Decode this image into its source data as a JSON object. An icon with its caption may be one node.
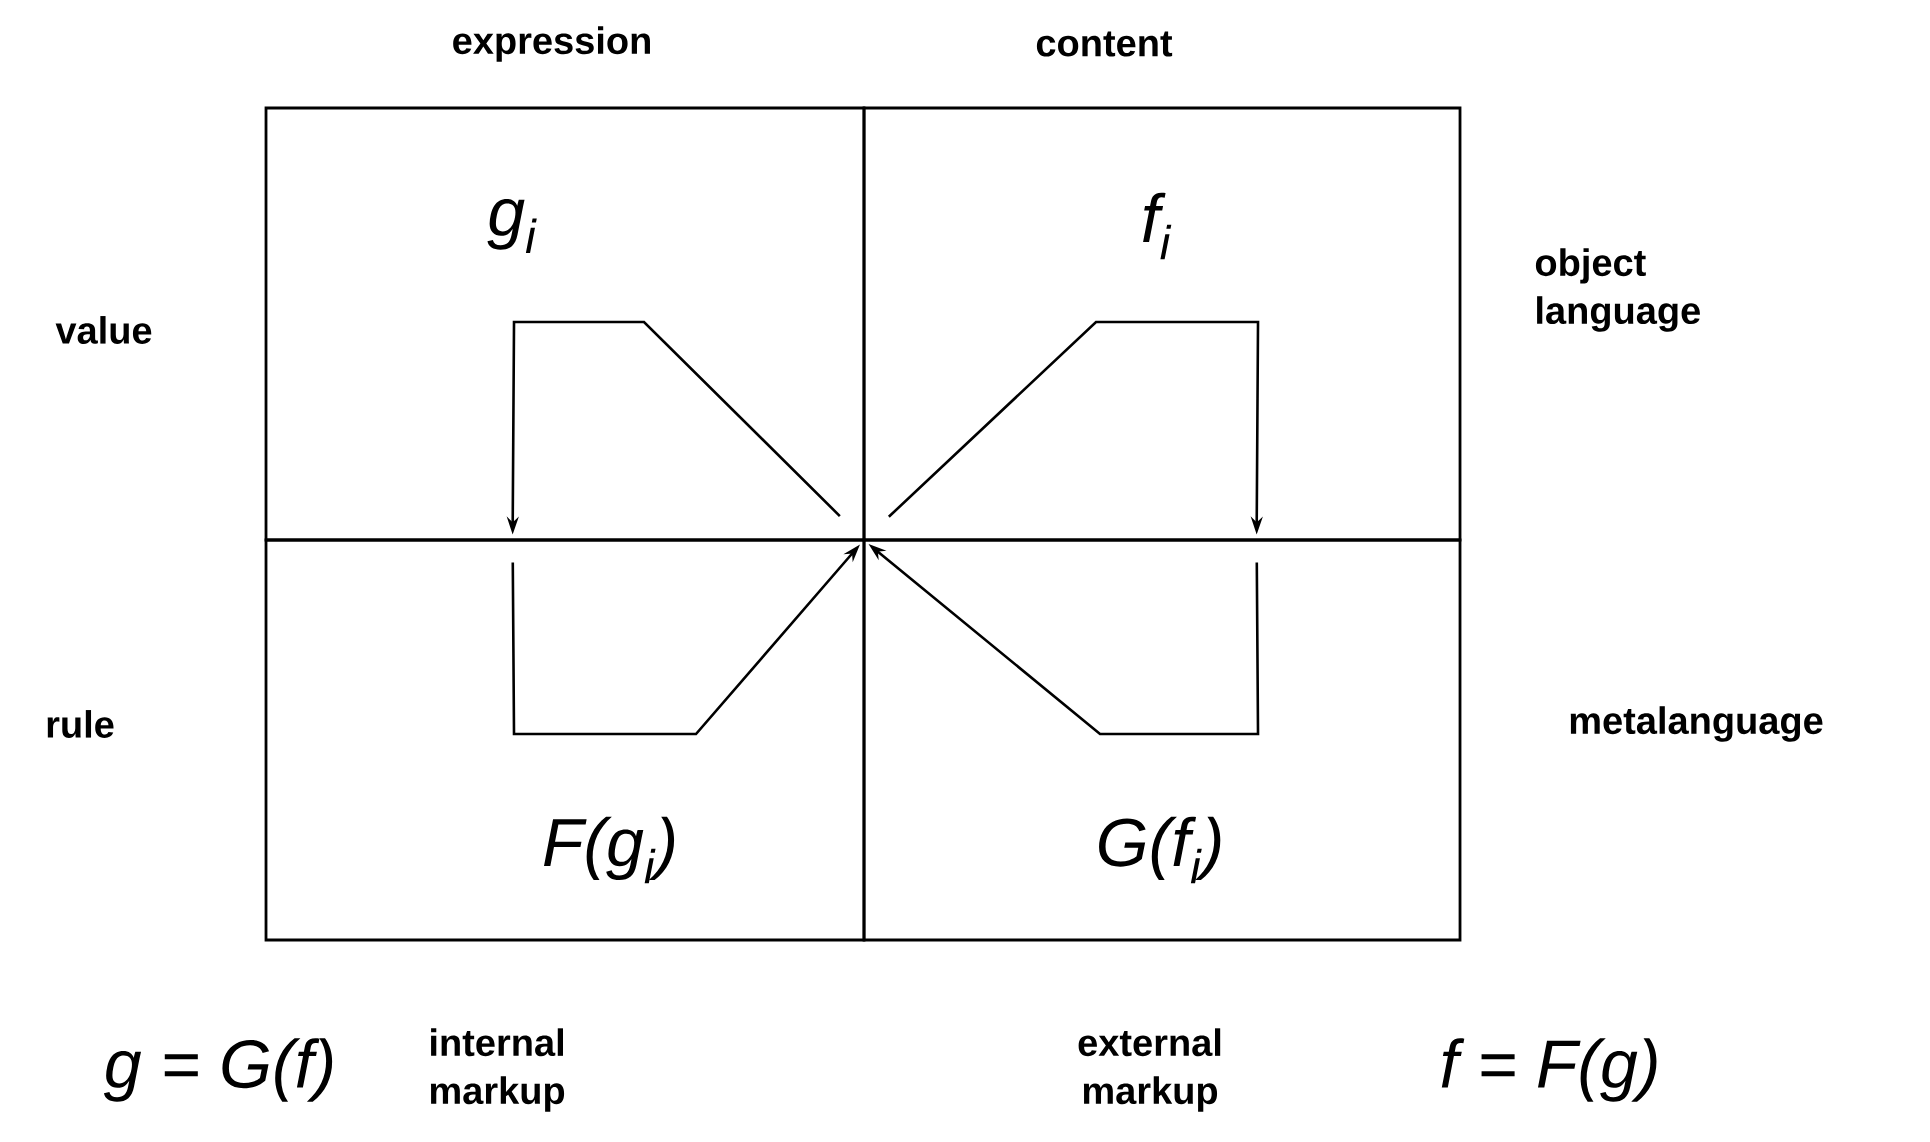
{
  "diagram": {
    "nodes": [
      {
        "text": [
          "g$_{i}$"
        ]
      },
      {
        "text": [
          "f$_{i}$"
        ]
      },
      {
        "text": [
          "F(g$_{i}$)"
        ]
      },
      {
        "text": [
          "G(f$_{i}$)"
        ]
      }
    ],
    "edges": [
      {
        "from": 0,
        "to": 2,
        "arrow": "to"
      },
      {
        "from": 2,
        "to": 1,
        "arrow": "to"
      },
      {
        "from": 1,
        "to": 3,
        "arrow": "to"
      },
      {
        "from": 3,
        "to": 0,
        "arrow": "to"
      }
    ],
    "labels": [
      "expression",
      "content",
      "value",
      "object language",
      "rule",
      "metalanguage",
      "g = G(f)",
      "internal markup",
      "external markup",
      "f = F(g)"
    ]
  }
}
